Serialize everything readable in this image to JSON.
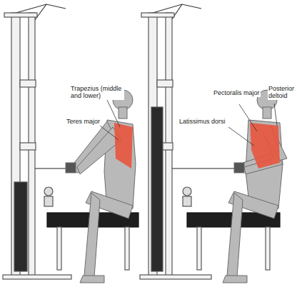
{
  "diagram": {
    "labels": [
      "Trapezius (middle and lower)",
      "Teres major",
      "Pectoralis major",
      "Latissimus dorsi",
      "Posterior deltoid"
    ]
  }
}
